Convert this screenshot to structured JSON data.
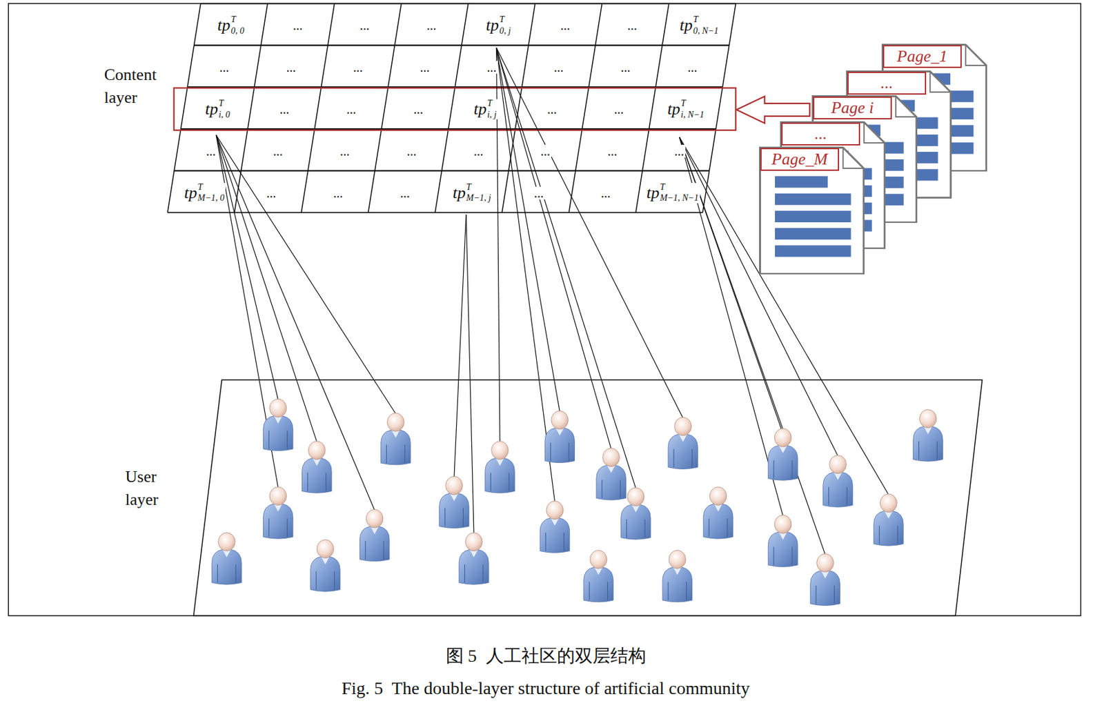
{
  "diagram": {
    "caption": "图 5  人工社区的双层结构",
    "nodes": [
      {
        "text": [
          "Page_1"
        ]
      },
      {
        "text": [
          "..."
        ]
      },
      {
        "text": [
          "Page i"
        ]
      },
      {
        "text": [
          "..."
        ]
      },
      {
        "text": [
          "Page_M"
        ]
      }
    ],
    "labels": [
      "Content layer",
      "tp",
      "T",
      "0, 0",
      "...",
      "...",
      "...",
      "tp",
      "T",
      "0, j",
      "...",
      "...",
      "tp",
      "T",
      "0, N−1",
      "...",
      "...",
      "...",
      "...",
      "...",
      "...",
      "...",
      "...",
      "tp",
      "T",
      "i, 0",
      "...",
      "...",
      "...",
      "tp",
      "T",
      "i, j",
      "...",
      "...",
      "tp",
      "T",
      "i, N−1",
      "...",
      "...",
      "...",
      "...",
      "...",
      "...",
      "...",
      "...",
      "tp",
      "T",
      "M−1, 0",
      "...",
      "...",
      "...",
      "tp",
      "T",
      "M−1, j",
      "...",
      "...",
      "tp",
      "T",
      "M−1, N−1",
      "User layer",
      "Fig. 5  The double-layer structure of artificial community"
    ]
  }
}
